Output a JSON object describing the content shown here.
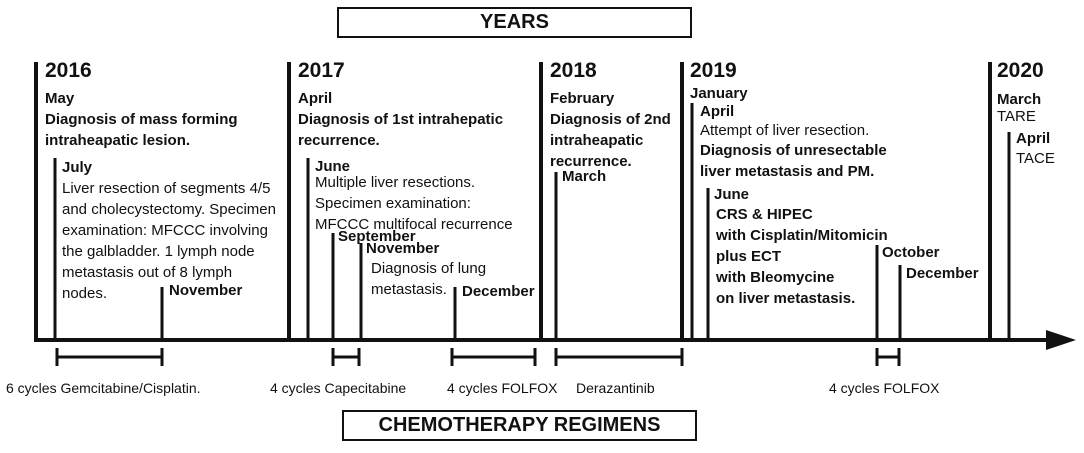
{
  "headers": {
    "years": "YEARS",
    "regimens": "CHEMOTHERAPY REGIMENS"
  },
  "years": [
    "2016",
    "2017",
    "2018",
    "2019",
    "2020"
  ],
  "events": {
    "may_2016": {
      "month": "May",
      "text": "Diagnosis of mass forming\nintraheapatic lesion."
    },
    "july_2016": {
      "month": "July",
      "text": "Liver resection of segments 4/5\nand cholecystectomy. Specimen\nexamination:  MFCCC involving\nthe galbladder. 1 lymph node\nmetastasis out of 8 lymph\nnodes."
    },
    "nov_2016": {
      "month": "November"
    },
    "april_2017": {
      "month": "April",
      "text": "Diagnosis of 1st intrahepatic\nrecurrence."
    },
    "june_2017": {
      "month": "June",
      "text": "Multiple liver resections.\nSpecimen examination:\nMFCCC multifocal recurrence"
    },
    "sep_2017": {
      "month": "September"
    },
    "nov_2017": {
      "month": "November",
      "text": "Diagnosis of lung\nmetastasis."
    },
    "dec_2017": {
      "month": "December"
    },
    "feb_2018": {
      "month": "February",
      "text": "Diagnosis of 2nd\nintraheapatic\nrecurrence."
    },
    "march_2018": {
      "month": "March"
    },
    "jan_2019": {
      "month": "January"
    },
    "april_2019": {
      "month": "April",
      "text": "Attempt of liver resection.",
      "text_bold": "Diagnosis of unresectable\nliver metastasis and PM."
    },
    "june_2019": {
      "month": "June",
      "text": "CRS & HIPEC\nwith Cisplatin/Mitomicin\nplus ECT\nwith Bleomycine\non liver metastasis."
    },
    "oct_2019": {
      "month": "October"
    },
    "dec_2019": {
      "month": "December"
    },
    "march_2020": {
      "month": "March",
      "text": "TARE"
    },
    "april_2020": {
      "month": "April",
      "text": "TACE"
    }
  },
  "regimens": [
    "6 cycles Gemcitabine/Cisplatin.",
    "4 cycles Capecitabine",
    "4 cycles FOLFOX",
    "Derazantinib",
    "4 cycles FOLFOX"
  ]
}
